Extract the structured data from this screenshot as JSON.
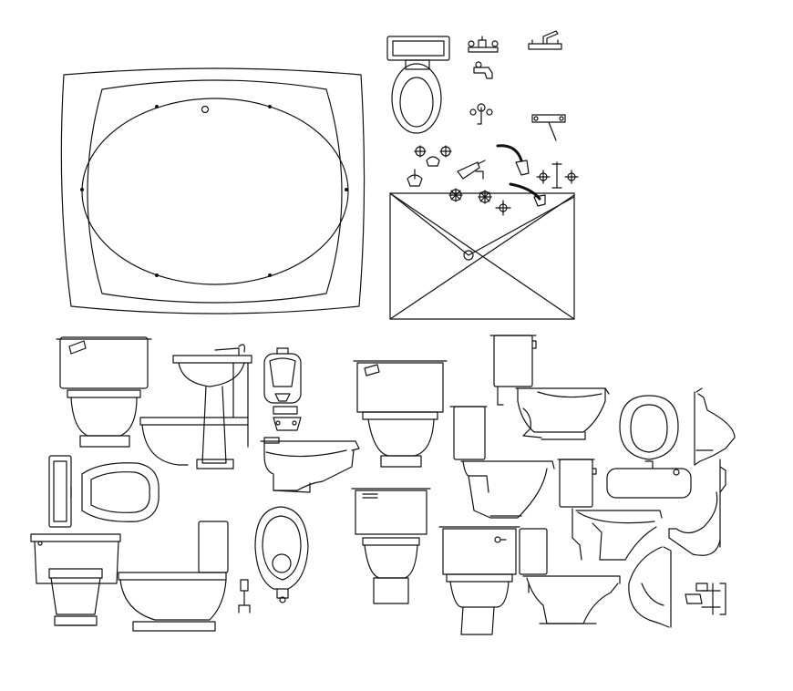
{
  "sheet": {
    "background": "#ffffff",
    "line_color": "#111111",
    "blocks": [
      {
        "id": "bathtub",
        "icon": "oval-bathtub-plan"
      },
      {
        "id": "toilet-top",
        "icon": "toilet-plan"
      },
      {
        "id": "faucets",
        "icon": "faucet-fittings"
      },
      {
        "id": "corner-tub",
        "icon": "corner-bathtub-plan"
      },
      {
        "id": "toilets",
        "icon": "toilet-elevations"
      },
      {
        "id": "sinks",
        "icon": "pedestal-sink-elevations"
      },
      {
        "id": "urinals",
        "icon": "urinal-elevations"
      },
      {
        "id": "bidets",
        "icon": "bidet-elevations"
      }
    ]
  }
}
